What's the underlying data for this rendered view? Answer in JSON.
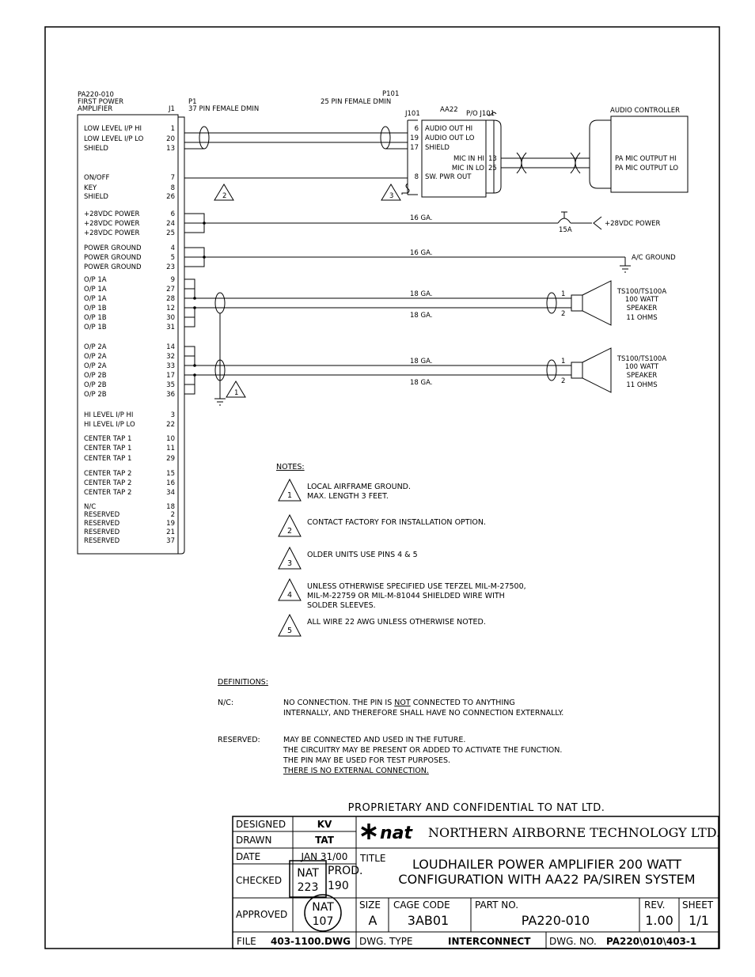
{
  "amp": {
    "title1": "PA220-010",
    "title2": "FIRST POWER",
    "title3": "AMPLIFIER",
    "connector": "J1",
    "plug": "P1",
    "plug_desc": "37 PIN FEMALE DMIN",
    "pins": [
      {
        "label": "LOW LEVEL I/P HI",
        "pin": "1"
      },
      {
        "label": "LOW LEVEL I/P LO",
        "pin": "20"
      },
      {
        "label": "SHIELD",
        "pin": "13"
      },
      {
        "label": "ON/OFF",
        "pin": "7"
      },
      {
        "label": "KEY",
        "pin": "8"
      },
      {
        "label": "SHIELD",
        "pin": "26"
      },
      {
        "label": "+28VDC POWER",
        "pin": "6"
      },
      {
        "label": "+28VDC POWER",
        "pin": "24"
      },
      {
        "label": "+28VDC POWER",
        "pin": "25"
      },
      {
        "label": "POWER GROUND",
        "pin": "4"
      },
      {
        "label": "POWER GROUND",
        "pin": "5"
      },
      {
        "label": "POWER GROUND",
        "pin": "23"
      },
      {
        "label": "O/P 1A",
        "pin": "9"
      },
      {
        "label": "O/P 1A",
        "pin": "27"
      },
      {
        "label": "O/P 1A",
        "pin": "28"
      },
      {
        "label": "O/P 1B",
        "pin": "12"
      },
      {
        "label": "O/P 1B",
        "pin": "30"
      },
      {
        "label": "O/P 1B",
        "pin": "31"
      },
      {
        "label": "O/P 2A",
        "pin": "14"
      },
      {
        "label": "O/P 2A",
        "pin": "32"
      },
      {
        "label": "O/P 2A",
        "pin": "33"
      },
      {
        "label": "O/P 2B",
        "pin": "17"
      },
      {
        "label": "O/P 2B",
        "pin": "35"
      },
      {
        "label": "O/P 2B",
        "pin": "36"
      },
      {
        "label": "HI LEVEL I/P HI",
        "pin": "3"
      },
      {
        "label": "HI LEVEL I/P LO",
        "pin": "22"
      },
      {
        "label": "CENTER TAP 1",
        "pin": "10"
      },
      {
        "label": "CENTER TAP 1",
        "pin": "11"
      },
      {
        "label": "CENTER TAP 1",
        "pin": "29"
      },
      {
        "label": "CENTER TAP 2",
        "pin": "15"
      },
      {
        "label": "CENTER TAP 2",
        "pin": "16"
      },
      {
        "label": "CENTER TAP 2",
        "pin": "34"
      },
      {
        "label": "N/C",
        "pin": "18"
      },
      {
        "label": "RESERVED",
        "pin": "2"
      },
      {
        "label": "RESERVED",
        "pin": "19"
      },
      {
        "label": "RESERVED",
        "pin": "21"
      },
      {
        "label": "RESERVED",
        "pin": "37"
      }
    ]
  },
  "aa22": {
    "plug": "P101",
    "plug_desc": "25 PIN FEMALE DMIN",
    "connector": "J101",
    "name": "AA22",
    "po": "P/O J101",
    "pins_left": [
      {
        "pin": "6",
        "label": "AUDIO OUT HI"
      },
      {
        "pin": "19",
        "label": "AUDIO OUT LO"
      },
      {
        "pin": "17",
        "label": "SHIELD"
      },
      {
        "pin": "8",
        "label": "SW. PWR OUT"
      }
    ],
    "pins_right": [
      {
        "label": "MIC IN HI",
        "pin": "13"
      },
      {
        "label": "MIC IN LO",
        "pin": "25"
      }
    ]
  },
  "audio_controller": {
    "title": "AUDIO CONTROLLER",
    "pins": [
      "PA MIC OUTPUT HI",
      "PA MIC OUTPUT LO"
    ]
  },
  "wires": {
    "power_gauge": "16 GA.",
    "ground_gauge": "16 GA.",
    "speaker_gauge": "18 GA.",
    "breaker": "15A",
    "power_label": "+28VDC POWER",
    "ground_label": "A/C GROUND",
    "spk_pin1": "1",
    "spk_pin2": "2"
  },
  "speakers": [
    {
      "line1": "TS100/TS100A",
      "line2": "100 WATT",
      "line3": "SPEAKER",
      "line4": "11 OHMS"
    },
    {
      "line1": "TS100/TS100A",
      "line2": "100 WATT",
      "line3": "SPEAKER",
      "line4": "11 OHMS"
    }
  ],
  "note_refs": {
    "n1": "1",
    "n2": "2",
    "n3": "3"
  },
  "notes": {
    "heading": "NOTES:",
    "items": [
      {
        "num": "1",
        "lines": [
          "LOCAL AIRFRAME GROUND.",
          "MAX. LENGTH 3 FEET."
        ]
      },
      {
        "num": "2",
        "lines": [
          "CONTACT FACTORY FOR INSTALLATION OPTION."
        ]
      },
      {
        "num": "3",
        "lines": [
          "OLDER UNITS USE PINS 4 & 5"
        ]
      },
      {
        "num": "4",
        "lines": [
          "UNLESS OTHERWISE SPECIFIED USE TEFZEL MIL-M-27500,",
          "MIL-M-22759 OR MIL-M-81044 SHIELDED WIRE WITH",
          "SOLDER SLEEVES."
        ]
      },
      {
        "num": "5",
        "lines": [
          "ALL WIRE 22 AWG UNLESS OTHERWISE NOTED."
        ]
      }
    ]
  },
  "definitions": {
    "heading": "DEFINITIONS:",
    "nc_term": "N/C:",
    "nc_line1_a": "NO CONNECTION. THE PIN IS ",
    "nc_line1_b": "NOT",
    "nc_line1_c": " CONNECTED TO ANYTHING",
    "nc_line2": "INTERNALLY, AND THEREFORE SHALL HAVE NO CONNECTION EXTERNALLY.",
    "reserved_term": "RESERVED:",
    "reserved_lines": [
      "MAY BE CONNECTED AND USED IN THE FUTURE.",
      "THE CIRCUITRY MAY BE PRESENT OR ADDED TO ACTIVATE THE FUNCTION.",
      "THE PIN MAY BE USED FOR TEST PURPOSES.",
      "THERE IS NO EXTERNAL CONNECTION."
    ]
  },
  "title_block": {
    "proprietary": "PROPRIETARY AND CONFIDENTIAL TO NAT LTD.",
    "designed_label": "DESIGNED",
    "designed": "KV",
    "drawn_label": "DRAWN",
    "drawn": "TAT",
    "date_label": "DATE",
    "date": "JAN 31/00",
    "checked_label": "CHECKED",
    "stamp_nat": "NAT",
    "stamp_num": "223",
    "prod_text": "PROD.",
    "prod_num": "190",
    "approved_label": "APPROVED",
    "approved_stamp_nat": "NAT",
    "approved_stamp_num": "107",
    "logo": "nat",
    "company": "NORTHERN AIRBORNE TECHNOLOGY LTD.",
    "title_label": "TITLE",
    "title_line1": "LOUDHAILER POWER AMPLIFIER 200 WATT",
    "title_line2": "CONFIGURATION WITH AA22 PA/SIREN SYSTEM",
    "size_label": "SIZE",
    "size": "A",
    "cage_label": "CAGE CODE",
    "cage": "3AB01",
    "part_label": "PART NO.",
    "part": "PA220-010",
    "rev_label": "REV.",
    "rev": "1.00",
    "sheet_label": "SHEET",
    "sheet": "1/1",
    "file_label": "FILE",
    "file": "403-1100.DWG",
    "dwgtype_label": "DWG. TYPE",
    "dwgtype": "INTERCONNECT",
    "dwgno_label": "DWG. NO.",
    "dwgno": "PA220\\010\\403-1"
  }
}
